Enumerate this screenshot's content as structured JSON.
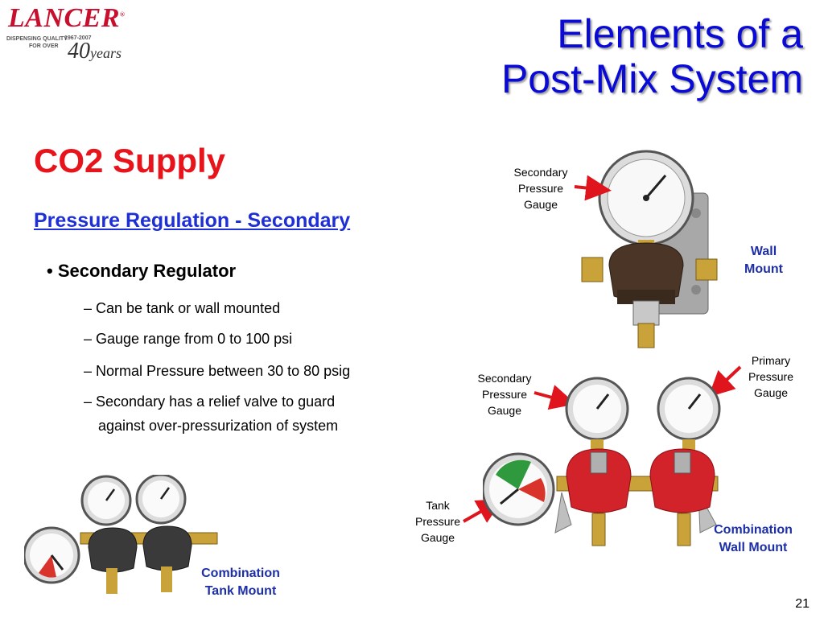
{
  "logo": {
    "brand": "LANCER",
    "tagline_line1": "DISPENSING QUALITY",
    "tagline_line2": "FOR OVER",
    "years_range": "1967-2007",
    "anniversary_number": "40",
    "anniversary_word": "years"
  },
  "title": {
    "line1": "Elements of a",
    "line2": "Post-Mix System"
  },
  "section_heading": "CO2 Supply",
  "subheading": "Pressure Regulation - Secondary",
  "bullet": {
    "marker": "•",
    "text": "Secondary Regulator"
  },
  "sub_items": [
    {
      "text": "– Can be tank or wall mounted"
    },
    {
      "text": "– Gauge range from 0 to 100 psi"
    },
    {
      "text": "– Normal Pressure between 30 to 80 psig"
    },
    {
      "text": "– Secondary has a relief valve to guard"
    },
    {
      "text": "against over-pressurization of system"
    }
  ],
  "labels": {
    "wall_gauge": [
      "Secondary",
      "Pressure",
      "Gauge"
    ],
    "wall_mount": [
      "Wall",
      "Mount"
    ],
    "combo_secondary": [
      "Secondary",
      "Pressure",
      "Gauge"
    ],
    "combo_primary": [
      "Primary",
      "Pressure",
      "Gauge"
    ],
    "tank_gauge": [
      "Tank",
      "Pressure",
      "Gauge"
    ],
    "combo_wall": [
      "Combination",
      "Wall Mount"
    ],
    "combo_tank": [
      "Combination",
      "Tank Mount"
    ]
  },
  "colors": {
    "title": "#0a0ad6",
    "heading_red": "#e8141c",
    "subheading_blue": "#1f2fd6",
    "label_blue": "#1c2fa8",
    "arrow_red": "#e0141c"
  },
  "slide_number": "21"
}
